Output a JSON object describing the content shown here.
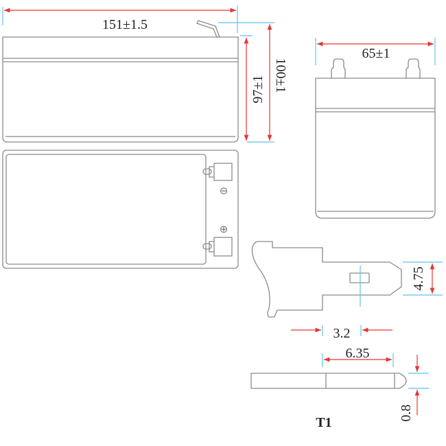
{
  "dimensions": {
    "length": "151±1.5",
    "container_height": "97±1",
    "total_height": "100±1",
    "width": "65±1",
    "terminal_width": "4.75",
    "hole_offset": "3.2",
    "terminal_length": "6.35",
    "terminal_thickness": "0.8"
  },
  "polarity": {
    "negative": "⊖",
    "positive": "⊕"
  },
  "terminal_label": "T1",
  "colors": {
    "dimension_line": "#e8342f",
    "extension_line": "#5fc0ea",
    "outline": "#8a8a8a"
  }
}
